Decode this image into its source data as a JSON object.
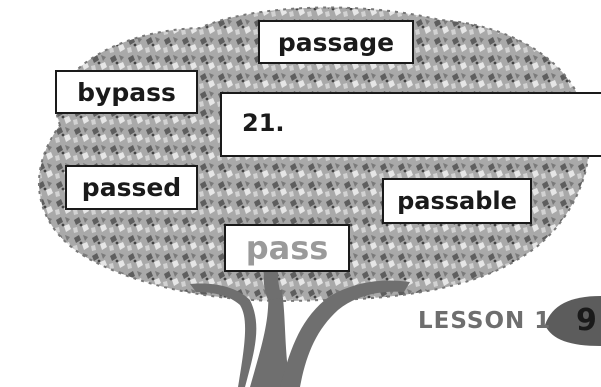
{
  "words": {
    "passage": "passage",
    "bypass": "bypass",
    "passed": "passed",
    "passable": "passable",
    "root": "pass"
  },
  "answer": {
    "number": "21."
  },
  "footer": {
    "lesson": "LESSON 1",
    "page_number": "9"
  },
  "colors": {
    "foliage_dark": "#5a5a5a",
    "foliage_light": "#c8c8c8",
    "trunk": "#6f6f6f",
    "page_tab": "#5c5c5c",
    "root_word": "#9a9a9a"
  },
  "icons": {
    "tree": "tree-illustration",
    "page_tab": "page-tab-shape"
  }
}
